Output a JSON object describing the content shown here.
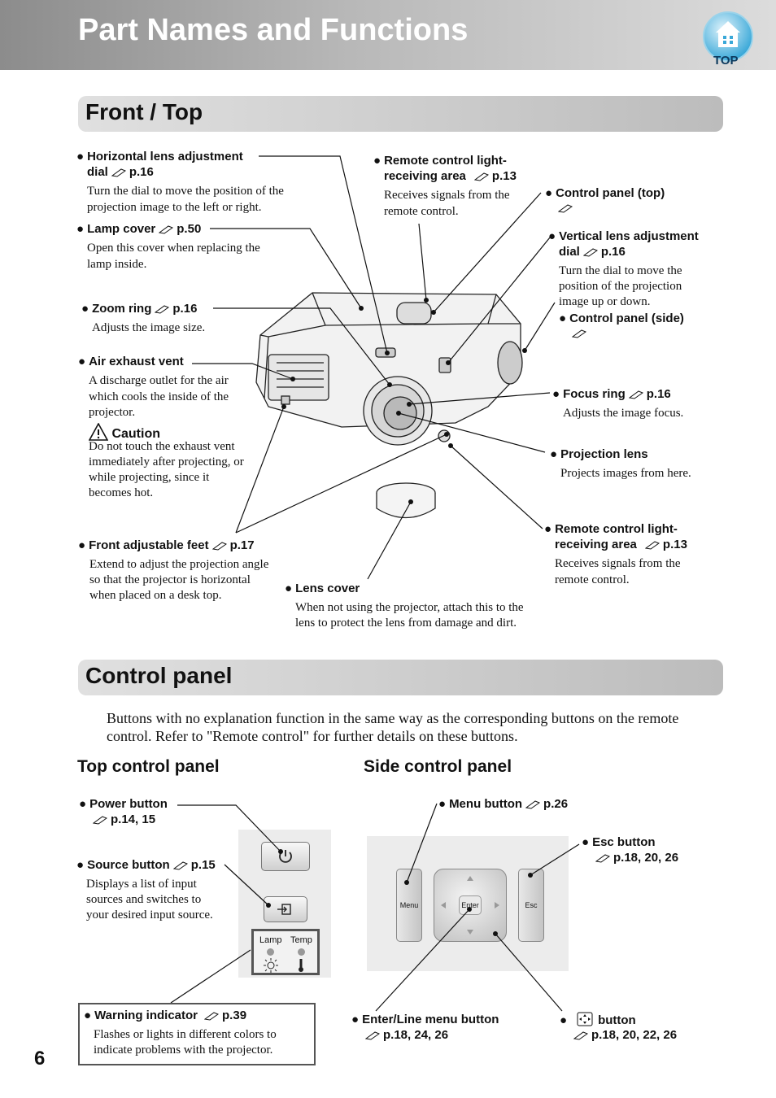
{
  "header": {
    "title": "Part Names and Functions",
    "top_label": "TOP"
  },
  "sections": {
    "front_top": "Front / Top",
    "control_panel": "Control panel"
  },
  "front": {
    "h_lens": {
      "label_1": "Horizontal lens adjustment",
      "label_2": "dial",
      "ref": "p.16",
      "desc_1": "Turn the dial to move the position of the",
      "desc_2": "projection image to the left or right."
    },
    "lamp": {
      "label": "Lamp cover",
      "ref": "p.50",
      "desc_1": "Open this cover when replacing the",
      "desc_2": "lamp inside."
    },
    "zoom": {
      "label": "Zoom ring",
      "ref": "p.16",
      "desc": "Adjusts the image size."
    },
    "exhaust": {
      "label": "Air exhaust vent",
      "desc_1": "A discharge outlet for the air",
      "desc_2": "which cools the inside of the",
      "desc_3": "projector.",
      "caution": "Caution",
      "caution_1": "Do not touch the exhaust vent",
      "caution_2": "immediately after projecting, or",
      "caution_3": "while projecting, since it",
      "caution_4": "becomes hot."
    },
    "feet": {
      "label": "Front adjustable feet",
      "ref": "p.17",
      "desc_1": "Extend to adjust the projection angle",
      "desc_2": "so that the projector is horizontal",
      "desc_3": "when placed on a desk top."
    },
    "lens_cover": {
      "label": "Lens cover",
      "desc_1": "When not using the projector, attach this to the",
      "desc_2": "lens to protect the lens from damage and dirt."
    },
    "remote_top": {
      "label_1": "Remote control light-",
      "label_2": "receiving area",
      "ref": "p.13",
      "desc_1": "Receives signals from the",
      "desc_2": "remote control."
    },
    "cp_top": {
      "label": "Control panel (top)"
    },
    "v_lens": {
      "label_1": "Vertical lens adjustment",
      "label_2": "dial",
      "ref": "p.16",
      "desc_1": "Turn the dial to move the",
      "desc_2": "position of the projection",
      "desc_3": "image up or down."
    },
    "cp_side": {
      "label": "Control panel (side)"
    },
    "focus": {
      "label": "Focus ring",
      "ref": "p.16",
      "desc": "Adjusts the image focus."
    },
    "proj_lens": {
      "label": "Projection lens",
      "desc": "Projects images from here."
    },
    "remote_front": {
      "label_1": "Remote control light-",
      "label_2": "receiving area",
      "ref": "p.13",
      "desc_1": "Receives signals from the",
      "desc_2": "remote control."
    }
  },
  "control": {
    "intro_1": "Buttons with no explanation function in the same way as the corresponding buttons on the remote",
    "intro_2": "control. Refer to \"Remote control\" for further details on these buttons.",
    "top_title": "Top control panel",
    "side_title": "Side control panel",
    "power": {
      "label": "Power button",
      "ref": "p.14, 15"
    },
    "source": {
      "label": "Source button",
      "ref": "p.15",
      "desc_1": "Displays a list of input",
      "desc_2": "sources and switches to",
      "desc_3": "your desired input source."
    },
    "warning": {
      "label": "Warning indicator",
      "ref": "p.39",
      "desc_1": "Flashes or lights in different colors to",
      "desc_2": "indicate problems with the projector."
    },
    "lamp_ind": "Lamp",
    "temp_ind": "Temp",
    "menu": {
      "label": "Menu button",
      "ref": "p.26",
      "key": "Menu"
    },
    "esc": {
      "label": "Esc button",
      "ref": "p.18, 20, 26",
      "key": "Esc"
    },
    "enter": {
      "label": "Enter/Line menu button",
      "ref": "p.18, 24, 26",
      "key": "Enter"
    },
    "arrow": {
      "label": "button",
      "ref": "p.18, 20, 22, 26"
    }
  },
  "page_number": "6"
}
